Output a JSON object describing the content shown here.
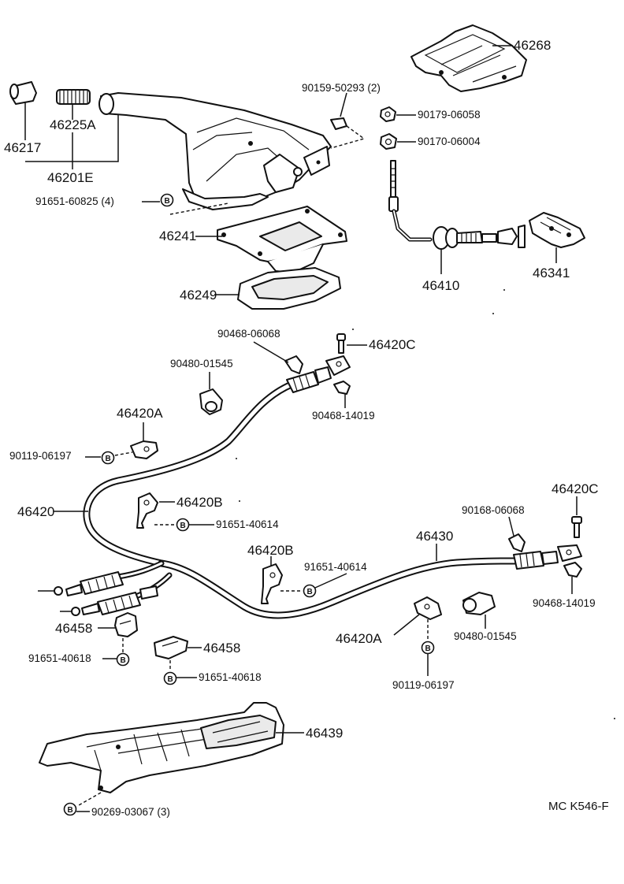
{
  "labels": {
    "p46268": "46268",
    "p46217": "46217",
    "p46225a": "46225A",
    "p46201e": "46201E",
    "p9015950293": "90159-50293 (2)",
    "p9017906058": "90179-06058",
    "p9017006004": "90170-06004",
    "p9165160825": "91651-60825 (4)",
    "p46241": "46241",
    "p46410": "46410",
    "p46341": "46341",
    "p46249": "46249",
    "p9046806068": "90468-06068",
    "p46420c_top": "46420C",
    "p9048001545_top": "90480-01545",
    "p9046814019_top": "90468-14019",
    "p46420a_left": "46420A",
    "p9011906197_left": "90119-06197",
    "p46420": "46420",
    "p46420b_top": "46420B",
    "p9165140614_top": "91651-40614",
    "p46420c_right": "46420C",
    "p9016806068": "90168-06068",
    "p46430": "46430",
    "p46420b_mid": "46420B",
    "p9165140614_mid": "91651-40614",
    "p9046814019_right": "90468-14019",
    "p46458_left": "46458",
    "p9165140618_left": "91651-40618",
    "p46458_mid": "46458",
    "p9165140618_mid": "91651-40618",
    "p46420a_mid": "46420A",
    "p9048001545_mid": "90480-01545",
    "p9011906197_mid": "90119-06197",
    "p46439": "46439",
    "p9026903067": "90269-03067 (3)",
    "code": "MC K546-F"
  },
  "washer_symbol": "B"
}
